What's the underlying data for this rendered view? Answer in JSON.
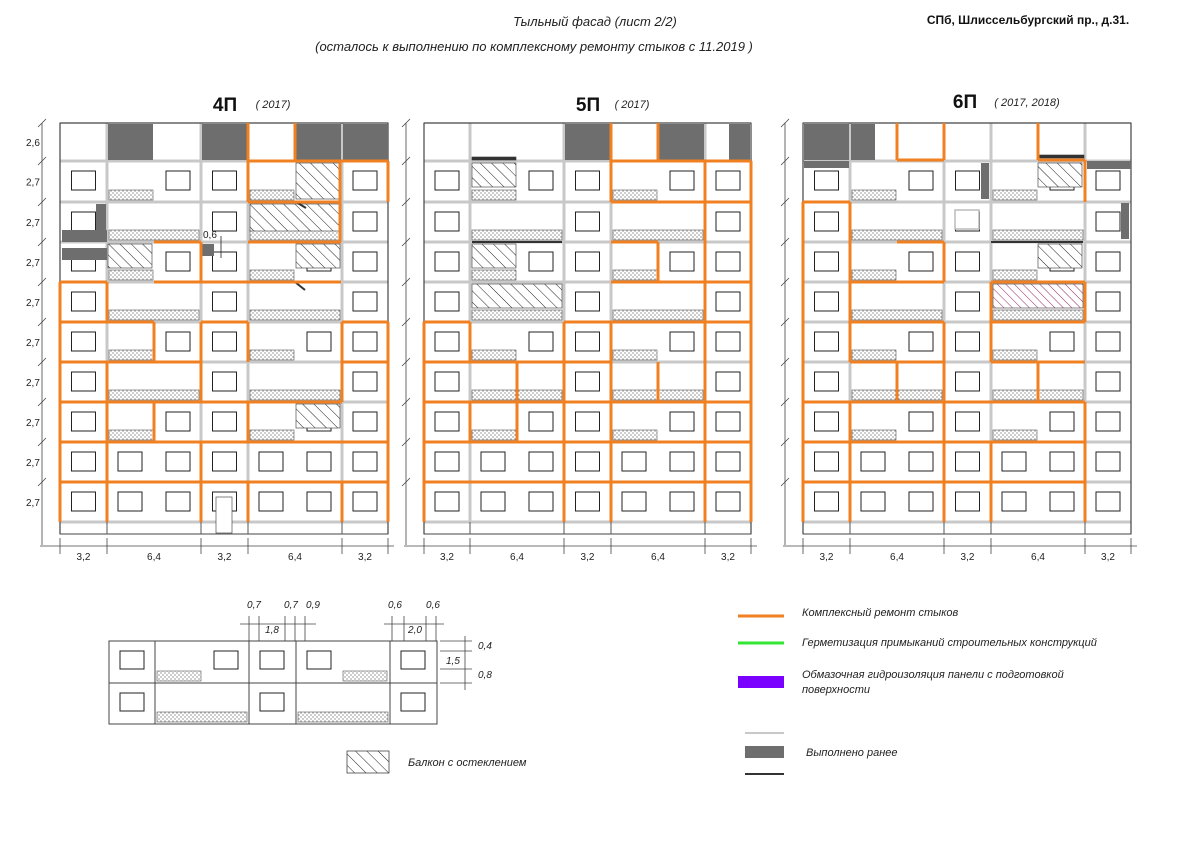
{
  "header": {
    "title": "Тыльный фасад (лист 2/2)",
    "subtitle": "(осталось к выполнению по комплексному ремонту стыков с 11.2019 )",
    "address": "СПб, Шлиссельбургский пр., д.31."
  },
  "row_heights": [
    "2,6",
    "2,7",
    "2,7",
    "2,7",
    "2,7",
    "2,7",
    "2,7",
    "2,7",
    "2,7",
    "2,7"
  ],
  "col_widths": [
    "3,2",
    "6,4",
    "3,2",
    "6,4",
    "3,2"
  ],
  "sections": [
    {
      "name": "4П",
      "year": "( 2017)"
    },
    {
      "name": "5П",
      "year": "( 2017)"
    },
    {
      "name": "6П",
      "year": "( 2017, 2018)"
    }
  ],
  "dim_note_4p": "0,6",
  "detail": {
    "top_dims": [
      "0,7",
      "1,8",
      "0,7",
      "0,9",
      "0,6",
      "2,0",
      "0,6"
    ],
    "side_dims": [
      "0,4",
      "1,5",
      "0,8"
    ]
  },
  "legend": {
    "items": [
      {
        "label": "Комплексный ремонт стыков",
        "color": "#f08020"
      },
      {
        "label": "Герметизация примыканий строительных конструкций",
        "color": "#33e633"
      },
      {
        "label": "Обмазочная гидроизоляция панели с подготовкой поверхности",
        "color": "#7a00ff"
      }
    ],
    "done_label": "Выполнено ранее",
    "balcony_label": "Балкон с остеклением",
    "colors": {
      "done_fill": "#6e6e6e",
      "done_line": "#333333",
      "grey_line": "#c8c8c8"
    }
  }
}
